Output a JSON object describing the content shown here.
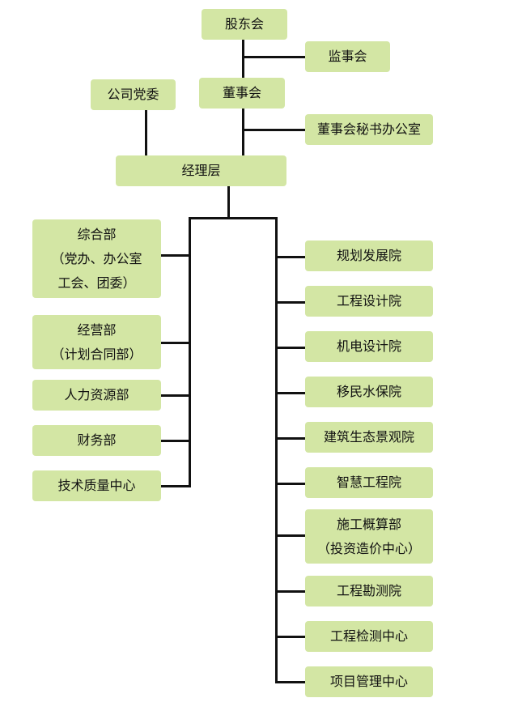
{
  "top": {
    "shareholders": "股东会",
    "supervisors": "监事会",
    "board": "董事会",
    "party_committee": "公司党委",
    "board_secretary_office": "董事会秘书办公室",
    "management": "经理层"
  },
  "left_departments": [
    {
      "lines": [
        "综合部",
        "（党办、办公室",
        "工会、团委）"
      ]
    },
    {
      "lines": [
        "经营部",
        "（计划合同部）"
      ]
    },
    {
      "lines": [
        "人力资源部"
      ]
    },
    {
      "lines": [
        "财务部"
      ]
    },
    {
      "lines": [
        "技术质量中心"
      ]
    }
  ],
  "right_departments": [
    {
      "lines": [
        "规划发展院"
      ]
    },
    {
      "lines": [
        "工程设计院"
      ]
    },
    {
      "lines": [
        "机电设计院"
      ]
    },
    {
      "lines": [
        "移民水保院"
      ]
    },
    {
      "lines": [
        "建筑生态景观院"
      ]
    },
    {
      "lines": [
        "智慧工程院"
      ]
    },
    {
      "lines": [
        "施工概算部",
        "（投资造价中心）"
      ]
    },
    {
      "lines": [
        "工程勘测院"
      ]
    },
    {
      "lines": [
        "工程检测中心"
      ]
    },
    {
      "lines": [
        "项目管理中心"
      ]
    }
  ],
  "colors": {
    "box_fill": "#d3e6a4",
    "line": "#111111",
    "text": "#111111"
  }
}
